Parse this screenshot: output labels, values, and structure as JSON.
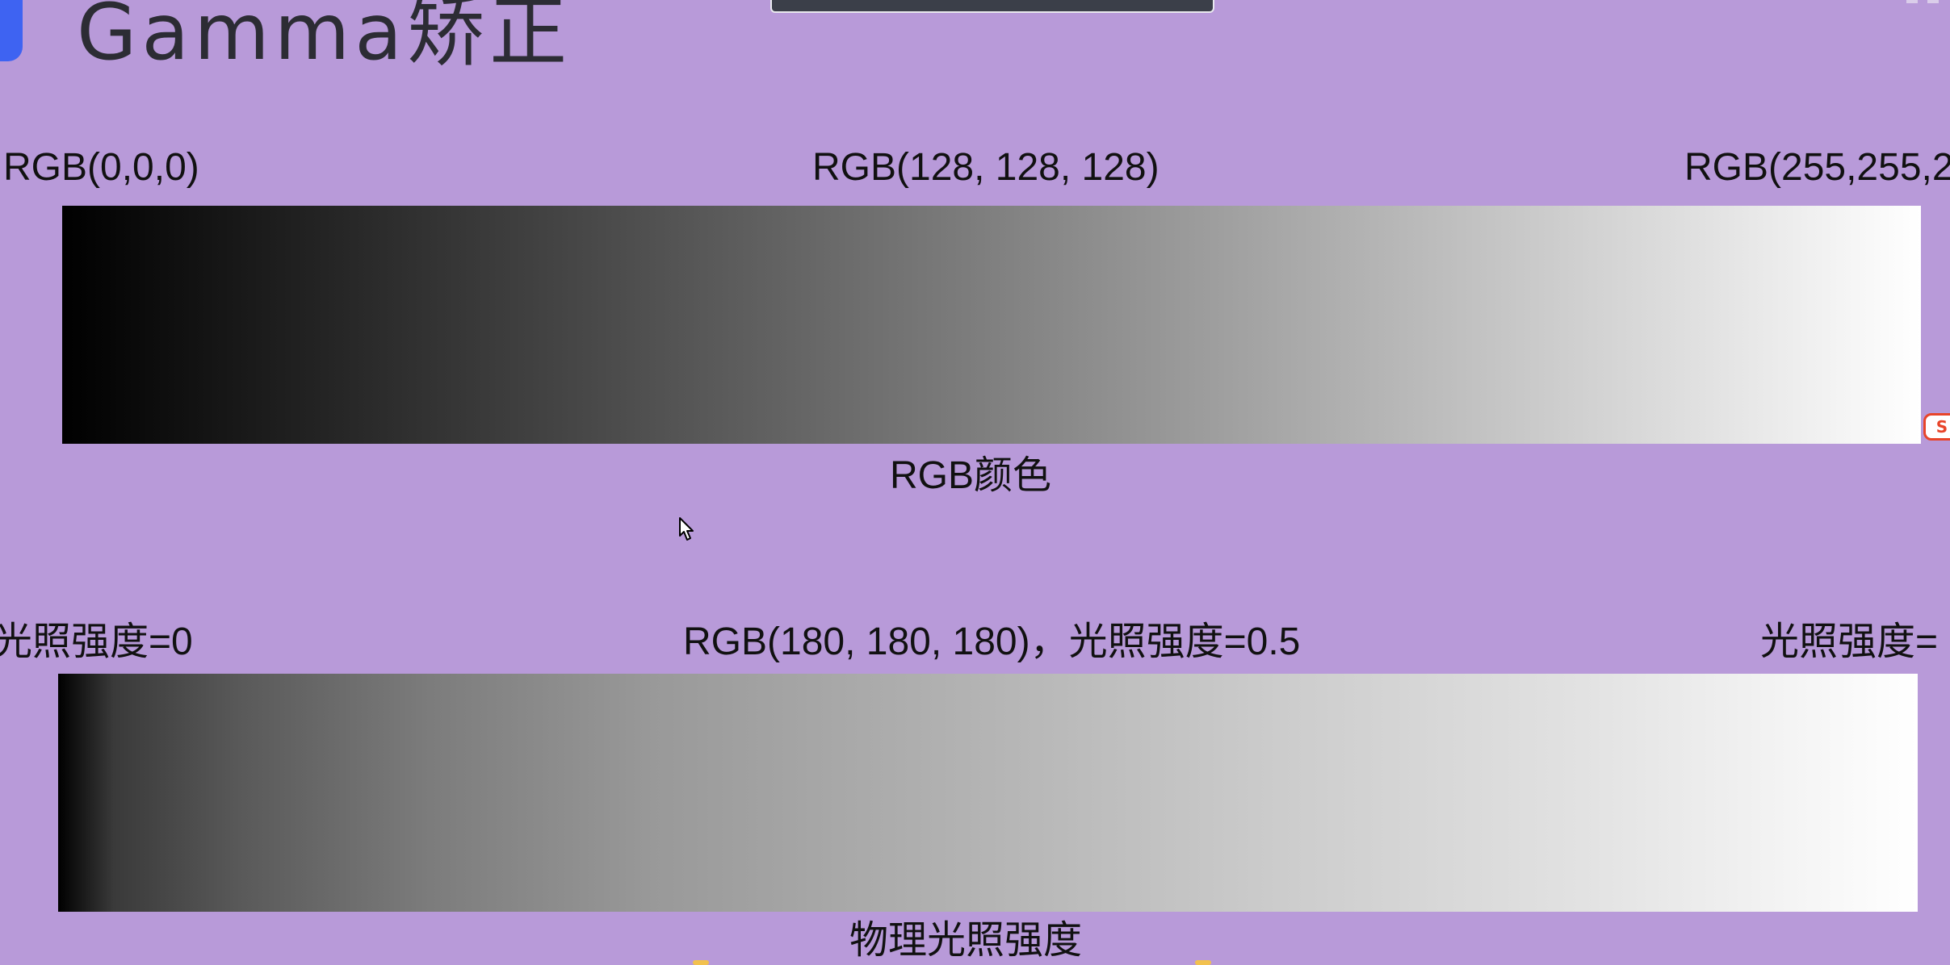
{
  "slide": {
    "title": "Gamma矫正",
    "colors": {
      "background": "#b89ad9",
      "accent": "#3e63f2",
      "title_text": "#2c2c34"
    }
  },
  "rgb_gradient": {
    "left_label": "RGB(0,0,0)",
    "middle_label": "RGB(128, 128, 128)",
    "right_label": "RGB(255,255,2",
    "caption": "RGB颜色",
    "start_color": "#000000",
    "end_color": "#ffffff"
  },
  "physical_gradient": {
    "left_label": "光照强度=0",
    "middle_label": "RGB(180, 180, 180)，光照强度=0.5",
    "right_label": "光照强度=",
    "caption": "物理光照强度",
    "start_color": "#000000",
    "end_color": "#ffffff"
  },
  "icons": {
    "cursor": "mouse-pointer-icon",
    "ime": "sogou-ime-icon",
    "ime_glyph": "S"
  }
}
